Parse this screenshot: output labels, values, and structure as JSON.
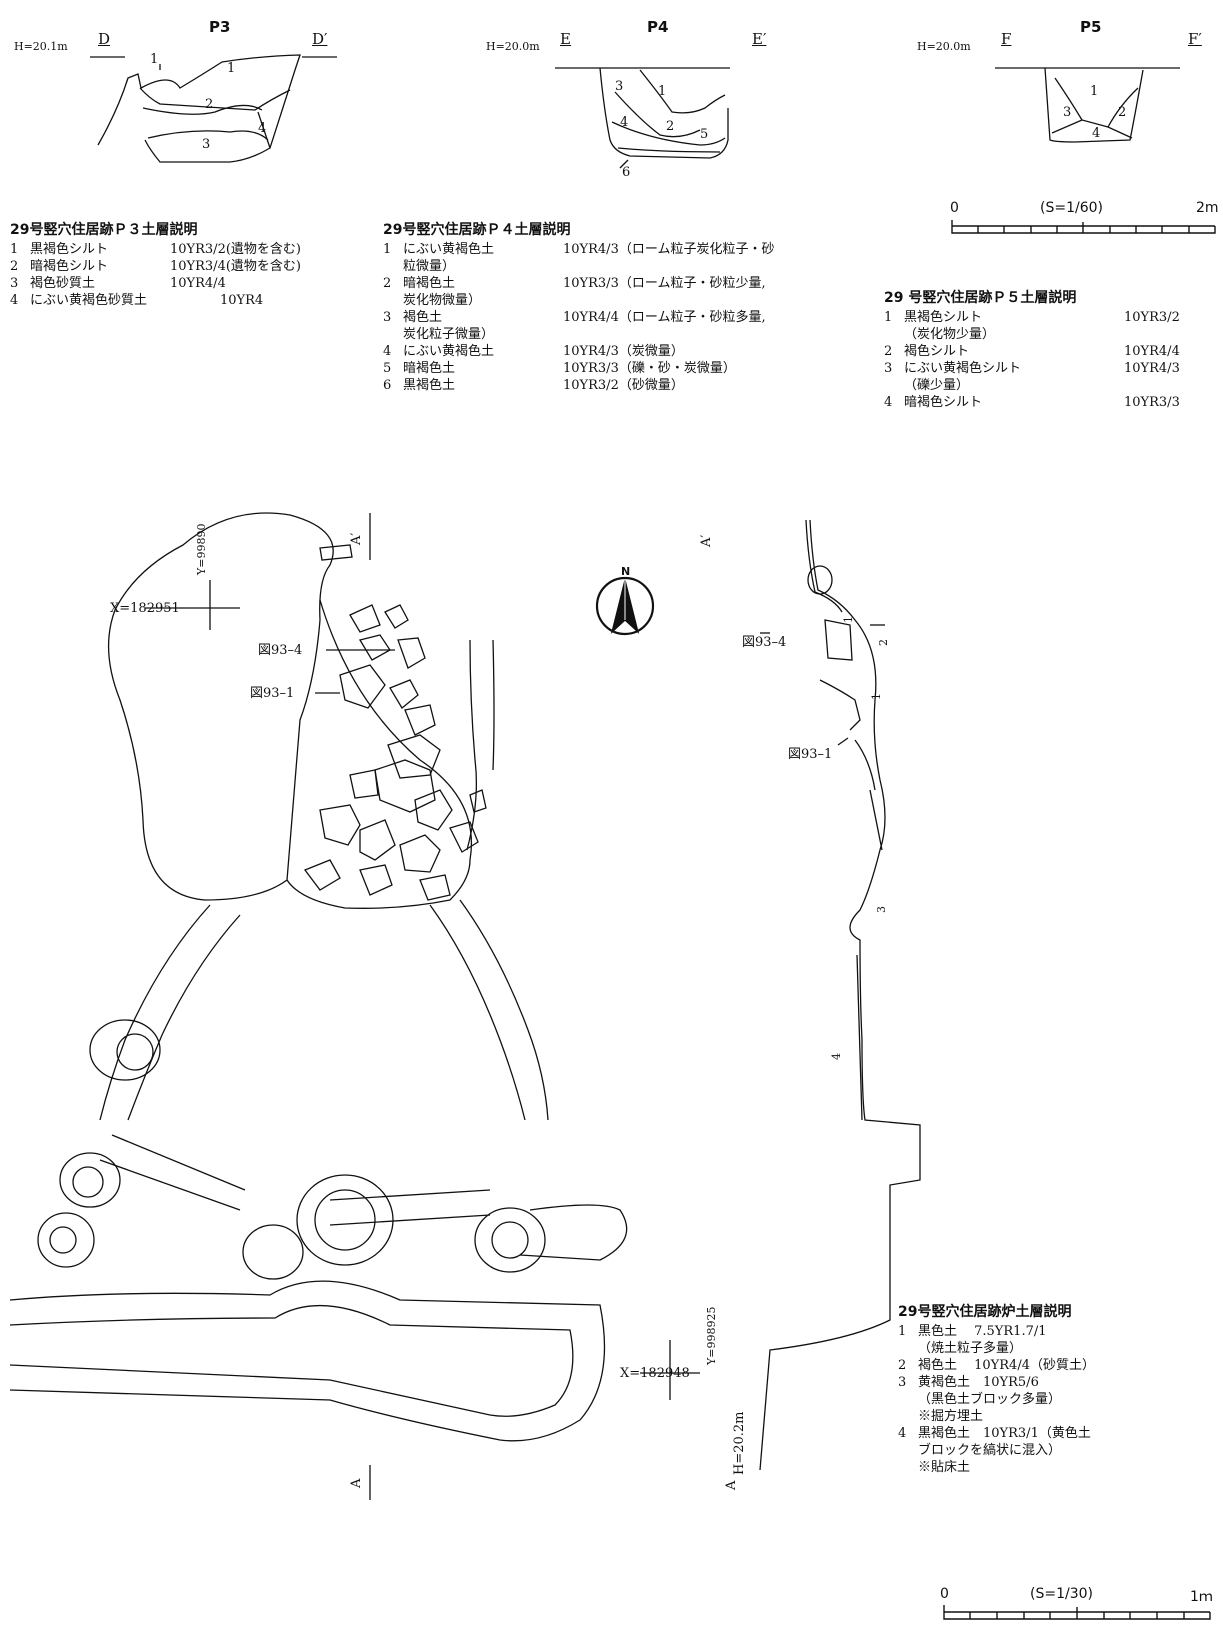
{
  "sections": {
    "p3": {
      "title": "P3",
      "height": "H=20.1m",
      "left": "D",
      "right": "D′",
      "layers": [
        "1",
        "1",
        "2",
        "3",
        "4"
      ]
    },
    "p4": {
      "title": "P4",
      "height": "H=20.0m",
      "left": "E",
      "right": "E′",
      "layers": [
        "1",
        "2",
        "3",
        "4",
        "5",
        "6"
      ]
    },
    "p5": {
      "title": "P5",
      "height": "H=20.0m",
      "left": "F",
      "right": "F′",
      "layers": [
        "1",
        "2",
        "3",
        "4"
      ]
    }
  },
  "legend_p3": {
    "title": "29号竪穴住居跡Ｐ３土層説明",
    "rows": [
      {
        "no": "1",
        "name": "黒褐色シルト",
        "code": "10YR3/2",
        "note": "(遺物を含む)"
      },
      {
        "no": "2",
        "name": "暗褐色シルト",
        "code": "10YR3/4",
        "note": "(遺物を含む)"
      },
      {
        "no": "3",
        "name": "褐色砂質土",
        "code": "10YR4/4",
        "note": ""
      },
      {
        "no": "4",
        "name": "にぶい黄褐色砂質土",
        "code": "10YR4",
        "note": ""
      }
    ]
  },
  "legend_p4": {
    "title": "29号竪穴住居跡Ｐ４土層説明",
    "rows": [
      {
        "no": "1",
        "name": "にぶい黄褐色土",
        "code": "10YR4/3",
        "note": "（ローム粒子炭化粒子・砂",
        "cont": "粒微量）"
      },
      {
        "no": "2",
        "name": "暗褐色土",
        "code": "10YR3/3",
        "note": "（ローム粒子・砂粒少量,",
        "cont": "炭化物微量）"
      },
      {
        "no": "3",
        "name": "褐色土",
        "code": "10YR4/4",
        "note": "（ローム粒子・砂粒多量,",
        "cont": "炭化粒子微量）"
      },
      {
        "no": "4",
        "name": "にぶい黄褐色土",
        "code": "10YR4/3",
        "note": "（炭微量）",
        "cont": ""
      },
      {
        "no": "5",
        "name": "暗褐色土",
        "code": "10YR3/3",
        "note": "（礫・砂・炭微量）",
        "cont": ""
      },
      {
        "no": "6",
        "name": "黒褐色土",
        "code": "10YR3/2",
        "note": "（砂微量）",
        "cont": ""
      }
    ]
  },
  "legend_p5": {
    "title": "29 号竪穴住居跡Ｐ５土層説明",
    "rows": [
      {
        "no": "1",
        "name": "黒褐色シルト",
        "code": "10YR3/2",
        "sub": "（炭化物少量）"
      },
      {
        "no": "2",
        "name": "褐色シルト",
        "code": "10YR4/4",
        "sub": ""
      },
      {
        "no": "3",
        "name": "にぶい黄褐色シルト",
        "code": "10YR4/3",
        "sub": "（礫少量）"
      },
      {
        "no": "4",
        "name": "暗褐色シルト",
        "code": "10YR3/3",
        "sub": ""
      }
    ]
  },
  "legend_hearth": {
    "title": "29号竪穴住居跡炉土層説明",
    "rows": [
      {
        "no": "1",
        "lines": [
          "黒色土　 7.5YR1.7/1",
          "（焼土粒子多量）"
        ]
      },
      {
        "no": "2",
        "lines": [
          "褐色土　 10YR4/4（砂質土）"
        ]
      },
      {
        "no": "3",
        "lines": [
          "黄褐色土　10YR5/6",
          "（黒色土ブロック多量）",
          "※掘方埋土"
        ]
      },
      {
        "no": "4",
        "lines": [
          "黒褐色土　10YR3/1（黄色土",
          "ブロックを縞状に混入）",
          "※貼床土"
        ]
      }
    ]
  },
  "scale_small": {
    "zero": "0",
    "ratio": "(S=1/60)",
    "end": "2m"
  },
  "scale_large": {
    "zero": "0",
    "ratio": "(S=1/30)",
    "end": "1ｍ"
  },
  "plan": {
    "x_top": "X=182951",
    "y_top": "Y=99890",
    "x_bottom": "X=182948",
    "y_bottom": "Y=998925",
    "fig4": "図93–4",
    "fig1": "図93–1",
    "section_a": "A",
    "section_a_prime": "A′",
    "north": "N"
  },
  "profile": {
    "fig4": "図93–4",
    "fig1": "図93–1",
    "a_prime": "A′",
    "a": "A",
    "height": "H=20.2m",
    "layers": [
      "1",
      "2",
      "1",
      "3",
      "4"
    ]
  }
}
